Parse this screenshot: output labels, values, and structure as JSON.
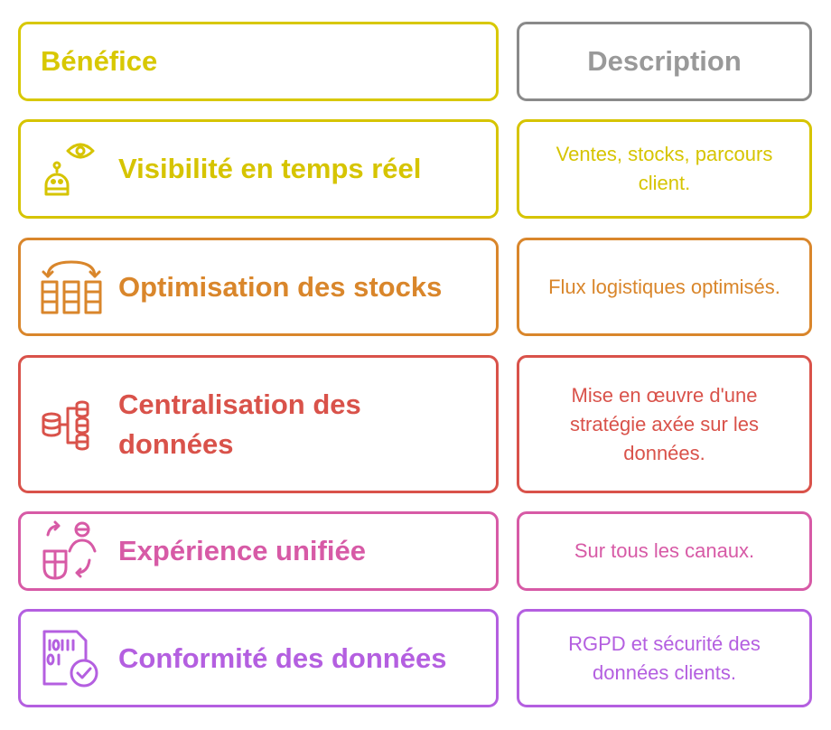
{
  "header": {
    "left": "Bénéfice",
    "right": "Description"
  },
  "colors": {
    "header_left": "#d8c800",
    "header_right": "#8a8a8a",
    "header_right_text": "#999999"
  },
  "rows": [
    {
      "title": "Visibilité en temps réel",
      "description": "Ventes, stocks, parcours client.",
      "icon": "robot-eye-icon",
      "color": "#d6c400"
    },
    {
      "title": "Optimisation des stocks",
      "description": "Flux logistiques optimisés.",
      "icon": "inventory-swap-icon",
      "color": "#d9862b"
    },
    {
      "title": "Centralisation des données",
      "description": "Mise en œuvre d'une stratégie axée sur les données.",
      "icon": "database-hierarchy-icon",
      "color": "#d9524a"
    },
    {
      "title": "Expérience unifiée",
      "description": "Sur tous les canaux.",
      "icon": "omnichannel-user-icon",
      "color": "#d75aa6"
    },
    {
      "title": "Conformité des données",
      "description": "RGPD et sécurité des données clients.",
      "icon": "data-compliance-icon",
      "color": "#b45fe0"
    }
  ]
}
